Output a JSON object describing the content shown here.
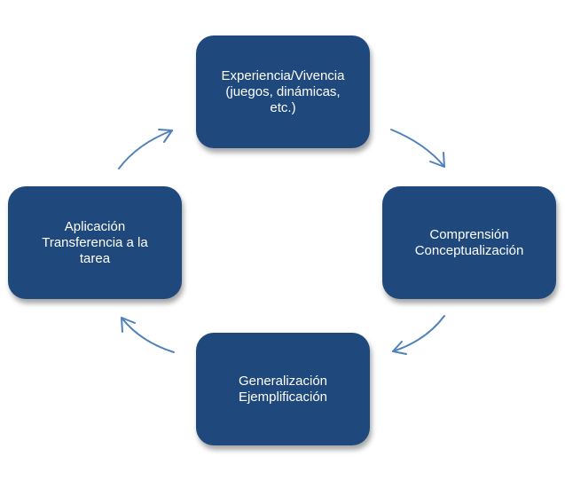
{
  "nodes": {
    "top": {
      "lines": [
        "Experiencia/Vivencia",
        "(juegos, dinámicas,",
        "etc.)"
      ]
    },
    "right": {
      "lines": [
        "Comprensión",
        "Conceptualización"
      ]
    },
    "bottom": {
      "lines": [
        "Generalización",
        "Ejemplificación"
      ]
    },
    "left": {
      "lines": [
        "Aplicación",
        "Transferencia  a la",
        "tarea"
      ]
    }
  },
  "colors": {
    "node_fill": "#1f497d",
    "node_text": "#ffffff",
    "arrow": "#4f81bd"
  },
  "icons": {
    "arrow": "curved-arrow-icon"
  }
}
